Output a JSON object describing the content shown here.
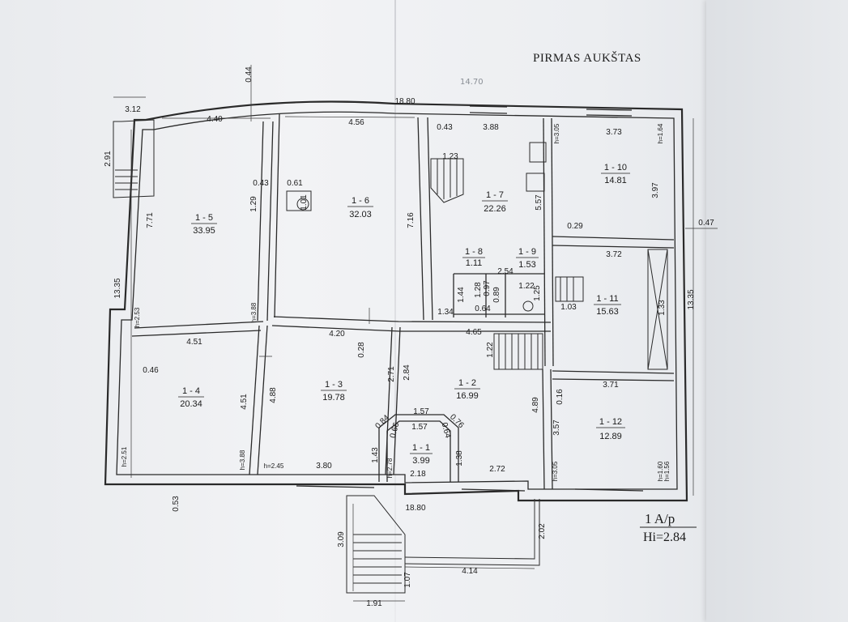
{
  "title": "PIRMAS AUKŠTAS",
  "handwritten_note": "14.70",
  "stamp": {
    "line1": "1 A/p",
    "line2": "Hi=2.84"
  },
  "rooms": [
    {
      "id": "1 - 5",
      "area": "33.95"
    },
    {
      "id": "1 - 6",
      "area": "32.03"
    },
    {
      "id": "1 - 7",
      "area": "22.26"
    },
    {
      "id": "1 - 10",
      "area": "14.81"
    },
    {
      "id": "1 - 8",
      "area": "1.11"
    },
    {
      "id": "1 - 9",
      "area": "1.53"
    },
    {
      "id": "1 - 11",
      "area": "15.63"
    },
    {
      "id": "1 - 4",
      "area": "20.34"
    },
    {
      "id": "1 - 3",
      "area": "19.78"
    },
    {
      "id": "1 - 2",
      "area": "16.99"
    },
    {
      "id": "1 - 12",
      "area": "12.89"
    },
    {
      "id": "1 - 1",
      "area": "3.99"
    }
  ],
  "dims": [
    "0.44",
    "3.12",
    "18.80",
    "4.40",
    "4.56",
    "0.43",
    "3.88",
    "3.73",
    "h=3.05",
    "h=1.64",
    "2.91",
    "1.23",
    "0.43",
    "0.61",
    "1.29",
    "1.01",
    "7.71",
    "7.16",
    "5.57",
    "3.97",
    "0.29",
    "0.47",
    "3.72",
    "2.54",
    "1.44",
    "1.28",
    "0.97",
    "0.89",
    "1.22",
    "1.25",
    "0.64",
    "1.34",
    "13.35",
    "h=2.53",
    "h=3.88",
    "1.03",
    "1.33",
    "4.51",
    "4.20",
    "4.65",
    "0.28",
    "1.22",
    "2.71",
    "2.84",
    "0.46",
    "4.51",
    "4.88",
    "3.71",
    "0.16",
    "1.57",
    "0.84",
    "0.76",
    "1.57",
    "0.66",
    "0.64",
    "4.89",
    "3.57",
    "1.43",
    "1.38",
    "h=2.51",
    "h=3.88",
    "h=2.45",
    "3.80",
    "h=2.78",
    "2.18",
    "2.72",
    "h=3.05",
    "h=1.60",
    "h=1.56",
    "0.53",
    "18.80",
    "13.35",
    "3.09",
    "2.02",
    "1.07",
    "4.14",
    "1.91"
  ]
}
